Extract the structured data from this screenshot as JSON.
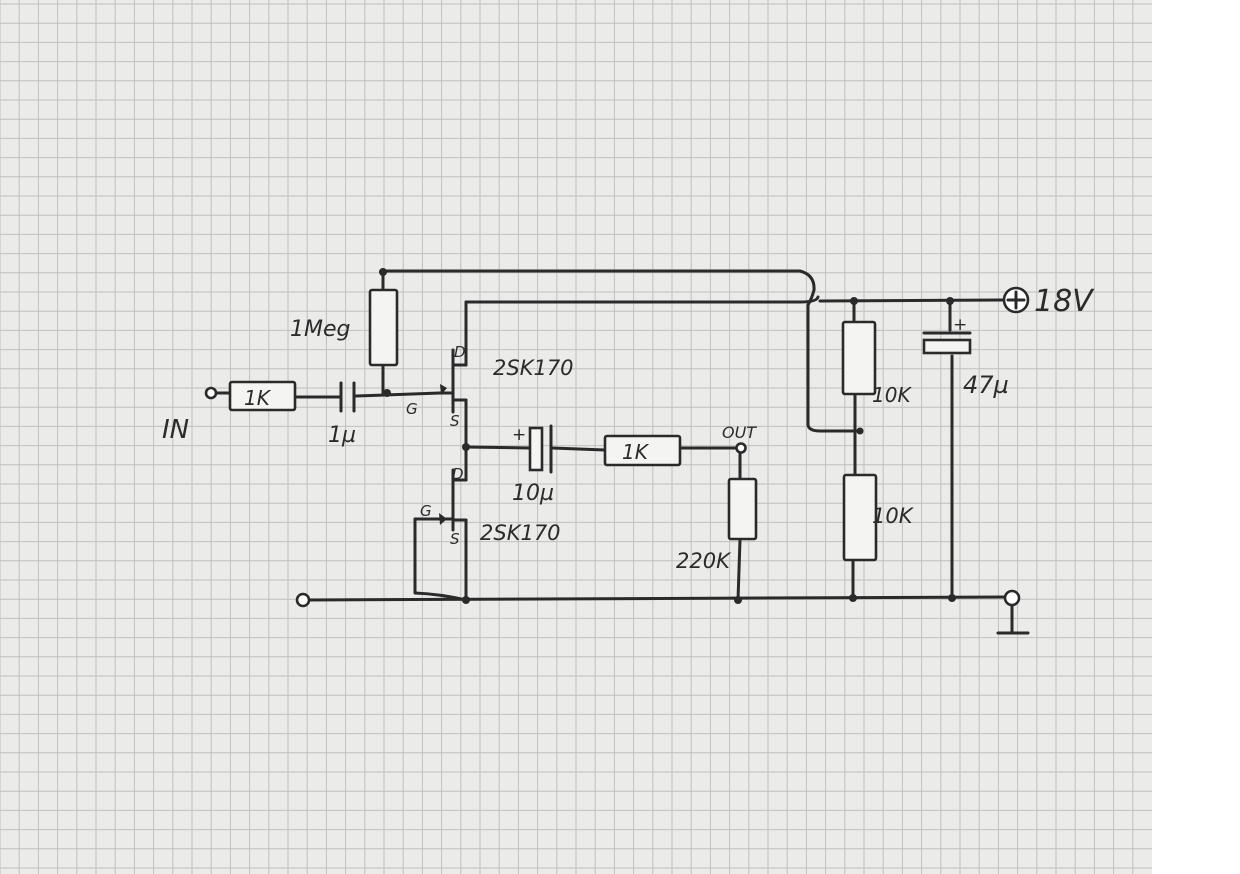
{
  "paper": {
    "color": "#ebebea",
    "grid_color": "#bfc0bc",
    "ink": "#2a2a2a",
    "margin_color": "#ffffff"
  },
  "labels": {
    "input": "IN",
    "r_in": "1K",
    "c_in": "1µ",
    "r_gate": "1Meg",
    "gate_top": "G",
    "drain_top": "D",
    "source_top": "S",
    "jfet_top": "2SK170",
    "drain_bottom": "D",
    "gate_bottom": "G",
    "source_bottom": "S",
    "jfet_bottom": "2SK170",
    "c_out_plus": "+",
    "c_out": "10µ",
    "r_out": "1K",
    "output": "OUT",
    "r_load": "220K",
    "r_div_top": "10K",
    "r_div_bottom": "10K",
    "c_supply_plus": "+",
    "c_supply": "47µ",
    "supply": "18V"
  },
  "icons": [
    "power-plus-icon",
    "ground-icon"
  ]
}
